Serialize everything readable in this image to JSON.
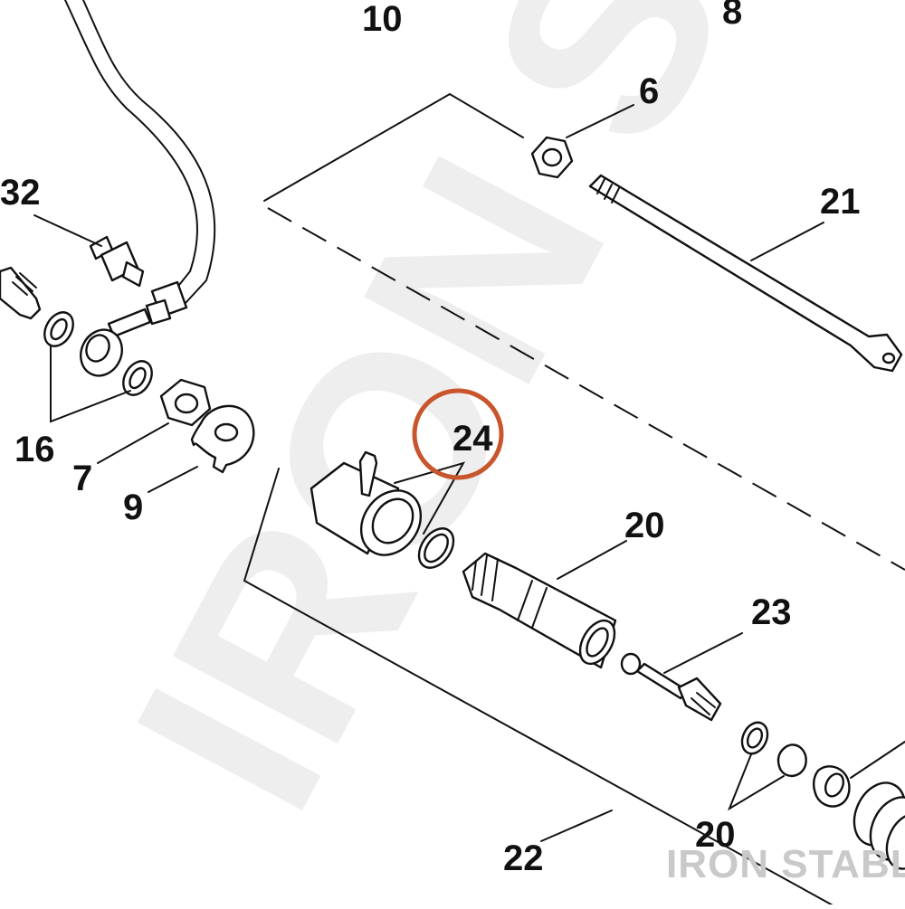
{
  "watermark": {
    "text": "IRON ST"
  },
  "branding": {
    "name": "IRON STABLE"
  },
  "highlight": {
    "color": "#c8552b",
    "part_ref": "24"
  },
  "colors": {
    "ink": "#111111",
    "watermark": "#eeeeee",
    "brand": "#c9c9c9"
  },
  "callouts": {
    "c10": "10",
    "c8": "8",
    "c6": "6",
    "c21": "21",
    "c32": "32",
    "c16": "16",
    "c7": "7",
    "c9": "9",
    "c24": "24",
    "c20a": "20",
    "c23": "23",
    "c20b": "20",
    "c22": "22"
  }
}
